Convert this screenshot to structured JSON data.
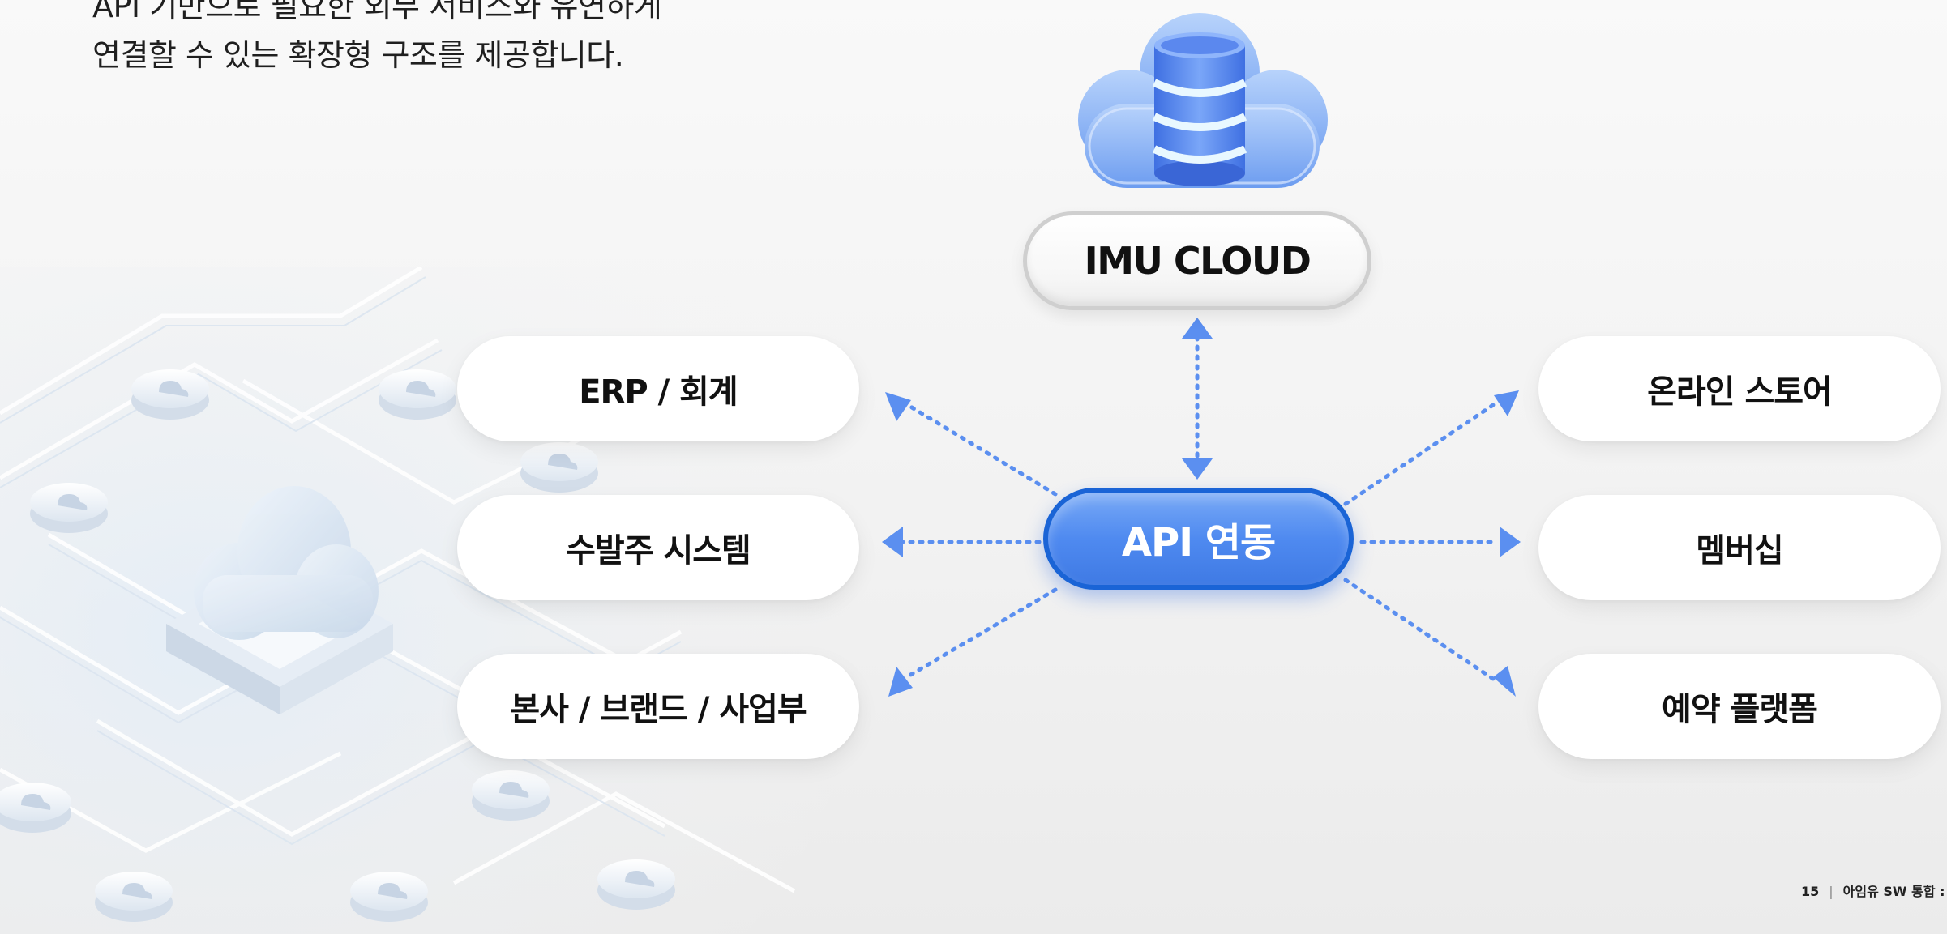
{
  "intro": {
    "line1": "API 기반으로 필요한 외부 서비스와 유연하게",
    "line2": "연결할 수 있는 확장형 구조를 제공합니다."
  },
  "top_node": {
    "label": "IMU CLOUD",
    "icon": "cloud-database-icon"
  },
  "hub": {
    "label": "API 연동"
  },
  "left_nodes": [
    {
      "label": "ERP / 회계"
    },
    {
      "label": "수발주 시스템"
    },
    {
      "label": "본사 / 브랜드 / 사업부"
    }
  ],
  "right_nodes": [
    {
      "label": "온라인 스토어"
    },
    {
      "label": "멤버십"
    },
    {
      "label": "예약 플랫폼"
    }
  ],
  "footer": {
    "page": "15",
    "doc": "아임유 SW 통합 :"
  },
  "colors": {
    "accent": "#4f8af0",
    "accent_dark": "#1a64d6",
    "connector": "#5b8ff0",
    "node_bg": "#ffffff"
  }
}
